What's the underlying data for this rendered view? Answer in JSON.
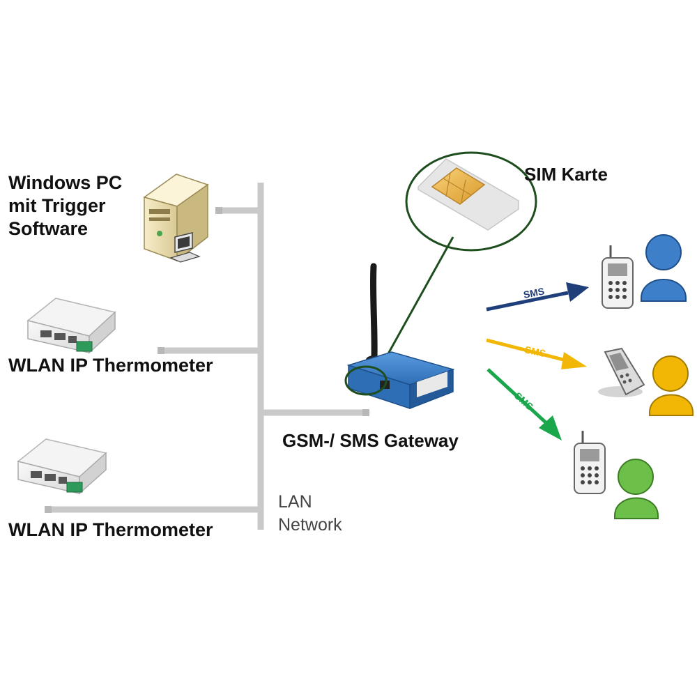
{
  "pc": {
    "line1": "Windows PC",
    "line2": "mit Trigger",
    "line3": "Software"
  },
  "thermometer_1": {
    "label": "WLAN IP Thermometer"
  },
  "thermometer_2": {
    "label": "WLAN IP Thermometer"
  },
  "lan": {
    "line1": "LAN",
    "line2": "Network"
  },
  "gateway": {
    "label": "GSM-/ SMS Gateway"
  },
  "sim": {
    "label": "SIM Karte"
  },
  "sms_arrows": [
    {
      "label": "SMS",
      "color": "#1f3f7a"
    },
    {
      "label": "SMS",
      "color": "#f2b705"
    },
    {
      "label": "SMS",
      "color": "#1aa64a"
    }
  ],
  "recipients": [
    {
      "person_color": "#3d7fc8",
      "device": "mobile-phone-icon"
    },
    {
      "person_color": "#f2b705",
      "device": "flip-phone-icon"
    },
    {
      "person_color": "#6cc04a",
      "device": "mobile-phone-icon"
    }
  ],
  "colors": {
    "lan_line": "#c9c9c9",
    "sim_highlight": "#1e4d1e",
    "gateway_blue": "#2d6eb5"
  }
}
